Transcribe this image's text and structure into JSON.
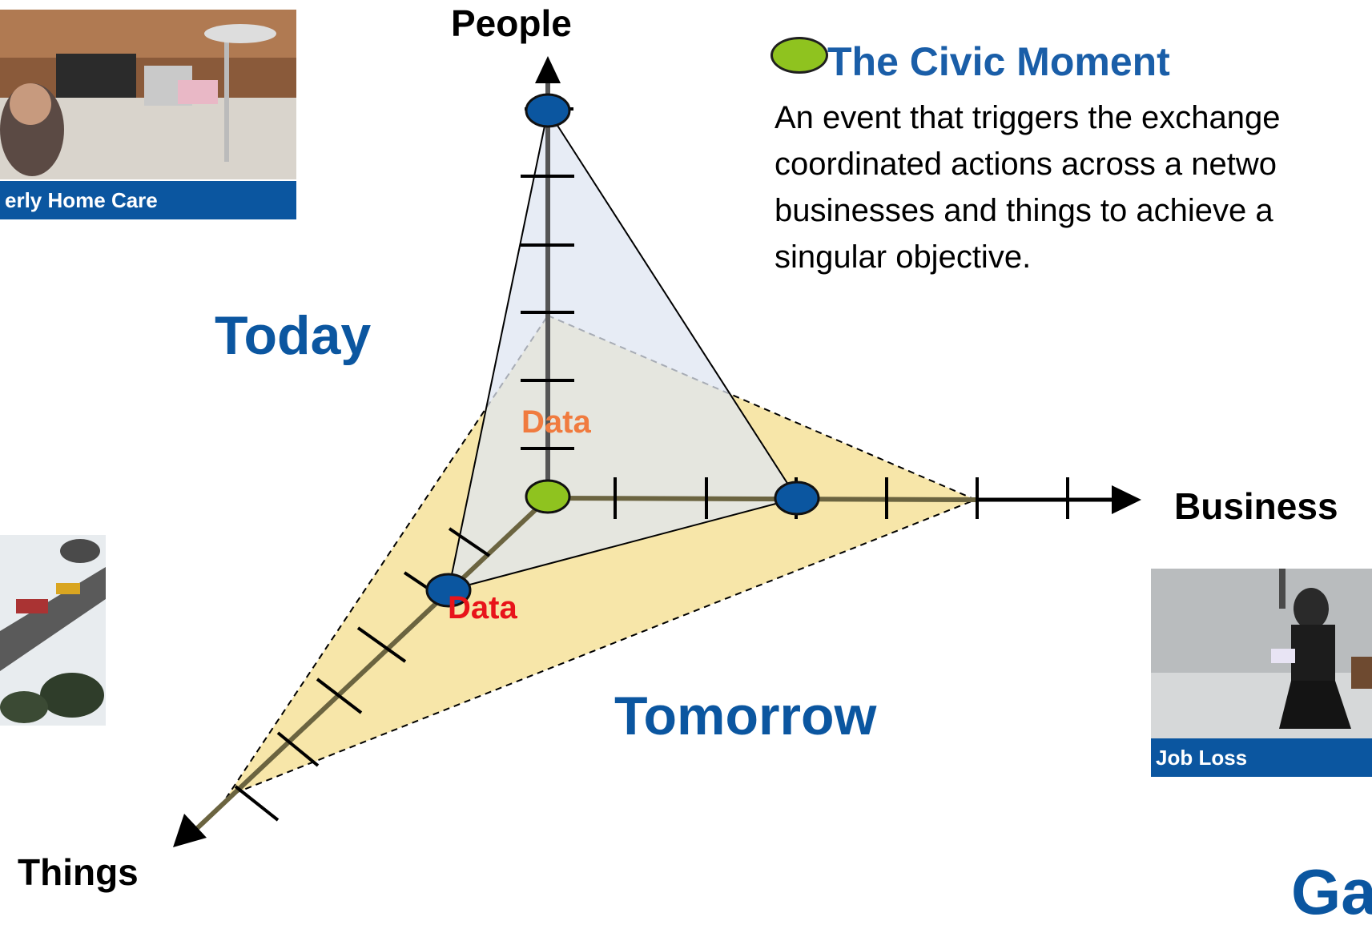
{
  "axes": {
    "people": "People",
    "business": "Business",
    "things": "Things"
  },
  "eras": {
    "today": "Today",
    "tomorrow": "Tomorrow"
  },
  "data_labels": {
    "upper": "Data",
    "lower": "Data"
  },
  "civic_moment": {
    "title": "The Civic Moment",
    "description": "An event that triggers the exchange coordinated actions across a netwo businesses and things to achieve a singular objective."
  },
  "photos": {
    "home_care": {
      "caption": "erly Home Care"
    },
    "accident": {
      "caption": ""
    },
    "job_loss": {
      "caption": "Job Loss"
    }
  },
  "corner_mark": "Ga",
  "colors": {
    "accent_blue": "#0b56a0",
    "title_blue": "#1a5ea8",
    "node_blue": "#0b56a0",
    "center_green": "#8fc31f",
    "data_orange": "#f07b3f",
    "data_red": "#e8141a",
    "today_fill": "#dfe6f1",
    "tomorrow_fill": "#f6e29a"
  }
}
